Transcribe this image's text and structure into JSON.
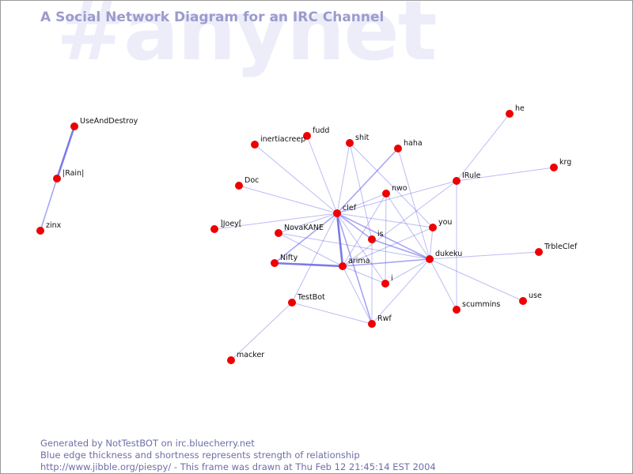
{
  "watermark": "#anynet",
  "title": "A Social Network Diagram for an IRC Channel",
  "footer": {
    "line1": "Generated by NotTestBOT on irc.bluecherry.net",
    "line2": "Blue edge thickness and shortness represents strength of relationship",
    "line3": "http://www.jibble.org/piespy/ - This frame was drawn at Thu Feb 12 21:45:14 EST 2004"
  },
  "colors": {
    "node": "#ee0000",
    "edge": "#6b6be8",
    "title": "#9b9bce",
    "watermark": "#ededfa"
  },
  "graph": {
    "nodes": [
      {
        "id": "UseAndDestroy",
        "label": "UseAndDestroy"
      },
      {
        "id": "Rain",
        "label": "|Rain|"
      },
      {
        "id": "zinx",
        "label": "zinx"
      },
      {
        "id": "he",
        "label": "he"
      },
      {
        "id": "krg",
        "label": "krg"
      },
      {
        "id": "fudd",
        "label": "fudd"
      },
      {
        "id": "shit",
        "label": "shit"
      },
      {
        "id": "inertiacreep",
        "label": "inertiacreep"
      },
      {
        "id": "haha",
        "label": "haha"
      },
      {
        "id": "Doc",
        "label": "Doc"
      },
      {
        "id": "IRule",
        "label": "IRule"
      },
      {
        "id": "nwo",
        "label": "nwo"
      },
      {
        "id": "clef",
        "label": "clef"
      },
      {
        "id": "Joey",
        "label": "]Joey["
      },
      {
        "id": "NovaKANE",
        "label": "NovaKANE"
      },
      {
        "id": "is",
        "label": "is"
      },
      {
        "id": "you",
        "label": "you"
      },
      {
        "id": "dukeku",
        "label": "dukeku"
      },
      {
        "id": "TrbleClef",
        "label": "TrbleClef"
      },
      {
        "id": "Nifty",
        "label": "Nifty"
      },
      {
        "id": "arima",
        "label": "arima"
      },
      {
        "id": "i",
        "label": "i"
      },
      {
        "id": "TestBot",
        "label": "TestBot"
      },
      {
        "id": "use",
        "label": "use"
      },
      {
        "id": "scummins",
        "label": "scummins"
      },
      {
        "id": "Rwf",
        "label": "Rwf"
      },
      {
        "id": "macker",
        "label": "macker"
      }
    ],
    "edges": [
      {
        "source": "UseAndDestroy",
        "target": "Rain",
        "weight": 3
      },
      {
        "source": "Rain",
        "target": "zinx",
        "weight": 2
      },
      {
        "source": "clef",
        "target": "inertiacreep",
        "weight": 1
      },
      {
        "source": "clef",
        "target": "fudd",
        "weight": 1
      },
      {
        "source": "clef",
        "target": "shit",
        "weight": 1
      },
      {
        "source": "clef",
        "target": "haha",
        "weight": 2
      },
      {
        "source": "clef",
        "target": "Doc",
        "weight": 1
      },
      {
        "source": "clef",
        "target": "Joey",
        "weight": 1
      },
      {
        "source": "clef",
        "target": "NovaKANE",
        "weight": 1
      },
      {
        "source": "clef",
        "target": "nwo",
        "weight": 1
      },
      {
        "source": "clef",
        "target": "IRule",
        "weight": 1
      },
      {
        "source": "clef",
        "target": "is",
        "weight": 2
      },
      {
        "source": "clef",
        "target": "you",
        "weight": 1
      },
      {
        "source": "clef",
        "target": "dukeku",
        "weight": 2
      },
      {
        "source": "clef",
        "target": "Nifty",
        "weight": 2
      },
      {
        "source": "clef",
        "target": "arima",
        "weight": 3
      },
      {
        "source": "clef",
        "target": "i",
        "weight": 1
      },
      {
        "source": "clef",
        "target": "TestBot",
        "weight": 1
      },
      {
        "source": "clef",
        "target": "Rwf",
        "weight": 2
      },
      {
        "source": "shit",
        "target": "you",
        "weight": 1
      },
      {
        "source": "shit",
        "target": "is",
        "weight": 1
      },
      {
        "source": "he",
        "target": "IRule",
        "weight": 1
      },
      {
        "source": "krg",
        "target": "IRule",
        "weight": 1
      },
      {
        "source": "IRule",
        "target": "arima",
        "weight": 1
      },
      {
        "source": "IRule",
        "target": "scummins",
        "weight": 1
      },
      {
        "source": "nwo",
        "target": "arima",
        "weight": 1
      },
      {
        "source": "nwo",
        "target": "i",
        "weight": 1
      },
      {
        "source": "nwo",
        "target": "dukeku",
        "weight": 1
      },
      {
        "source": "haha",
        "target": "dukeku",
        "weight": 1
      },
      {
        "source": "NovaKANE",
        "target": "dukeku",
        "weight": 1
      },
      {
        "source": "NovaKANE",
        "target": "arima",
        "weight": 1
      },
      {
        "source": "is",
        "target": "dukeku",
        "weight": 2
      },
      {
        "source": "is",
        "target": "Rwf",
        "weight": 1
      },
      {
        "source": "you",
        "target": "arima",
        "weight": 1
      },
      {
        "source": "you",
        "target": "dukeku",
        "weight": 1
      },
      {
        "source": "dukeku",
        "target": "arima",
        "weight": 2
      },
      {
        "source": "dukeku",
        "target": "TrbleClef",
        "weight": 1
      },
      {
        "source": "dukeku",
        "target": "i",
        "weight": 1
      },
      {
        "source": "dukeku",
        "target": "use",
        "weight": 1
      },
      {
        "source": "dukeku",
        "target": "scummins",
        "weight": 1
      },
      {
        "source": "dukeku",
        "target": "Rwf",
        "weight": 1
      },
      {
        "source": "Nifty",
        "target": "arima",
        "weight": 3
      },
      {
        "source": "arima",
        "target": "i",
        "weight": 1
      },
      {
        "source": "arima",
        "target": "Rwf",
        "weight": 1
      },
      {
        "source": "TestBot",
        "target": "Rwf",
        "weight": 1
      },
      {
        "source": "TestBot",
        "target": "macker",
        "weight": 1
      }
    ]
  }
}
